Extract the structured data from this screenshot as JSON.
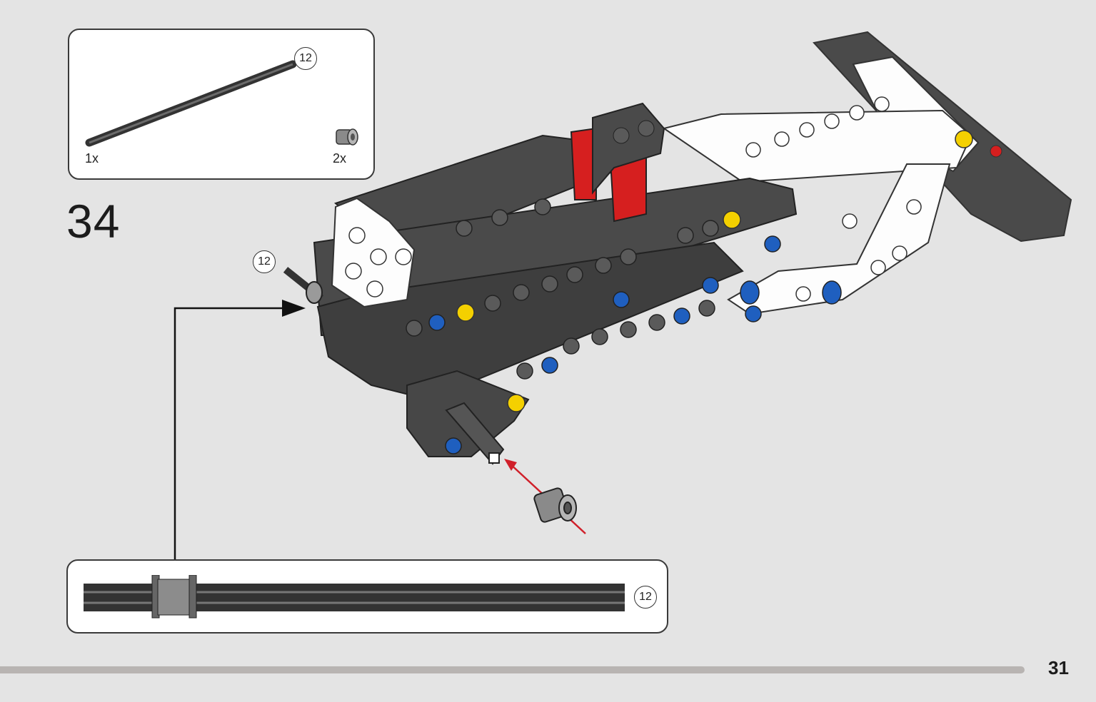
{
  "parts_box": {
    "axle_length": "12",
    "axle_qty": "1x",
    "bush_qty": "2x"
  },
  "step": {
    "number": "34",
    "insert_length": "12"
  },
  "callout": {
    "axle_length": "12"
  },
  "page": {
    "number": "31"
  },
  "colors": {
    "background": "#e4e4e4",
    "dark_gray": "#4a4a4a",
    "light_gray": "#a8a8a8",
    "white": "#ffffff",
    "red": "#d61f1f",
    "yellow": "#f4d000",
    "blue": "#1f5fbf",
    "arrow_red": "#d0202a"
  }
}
